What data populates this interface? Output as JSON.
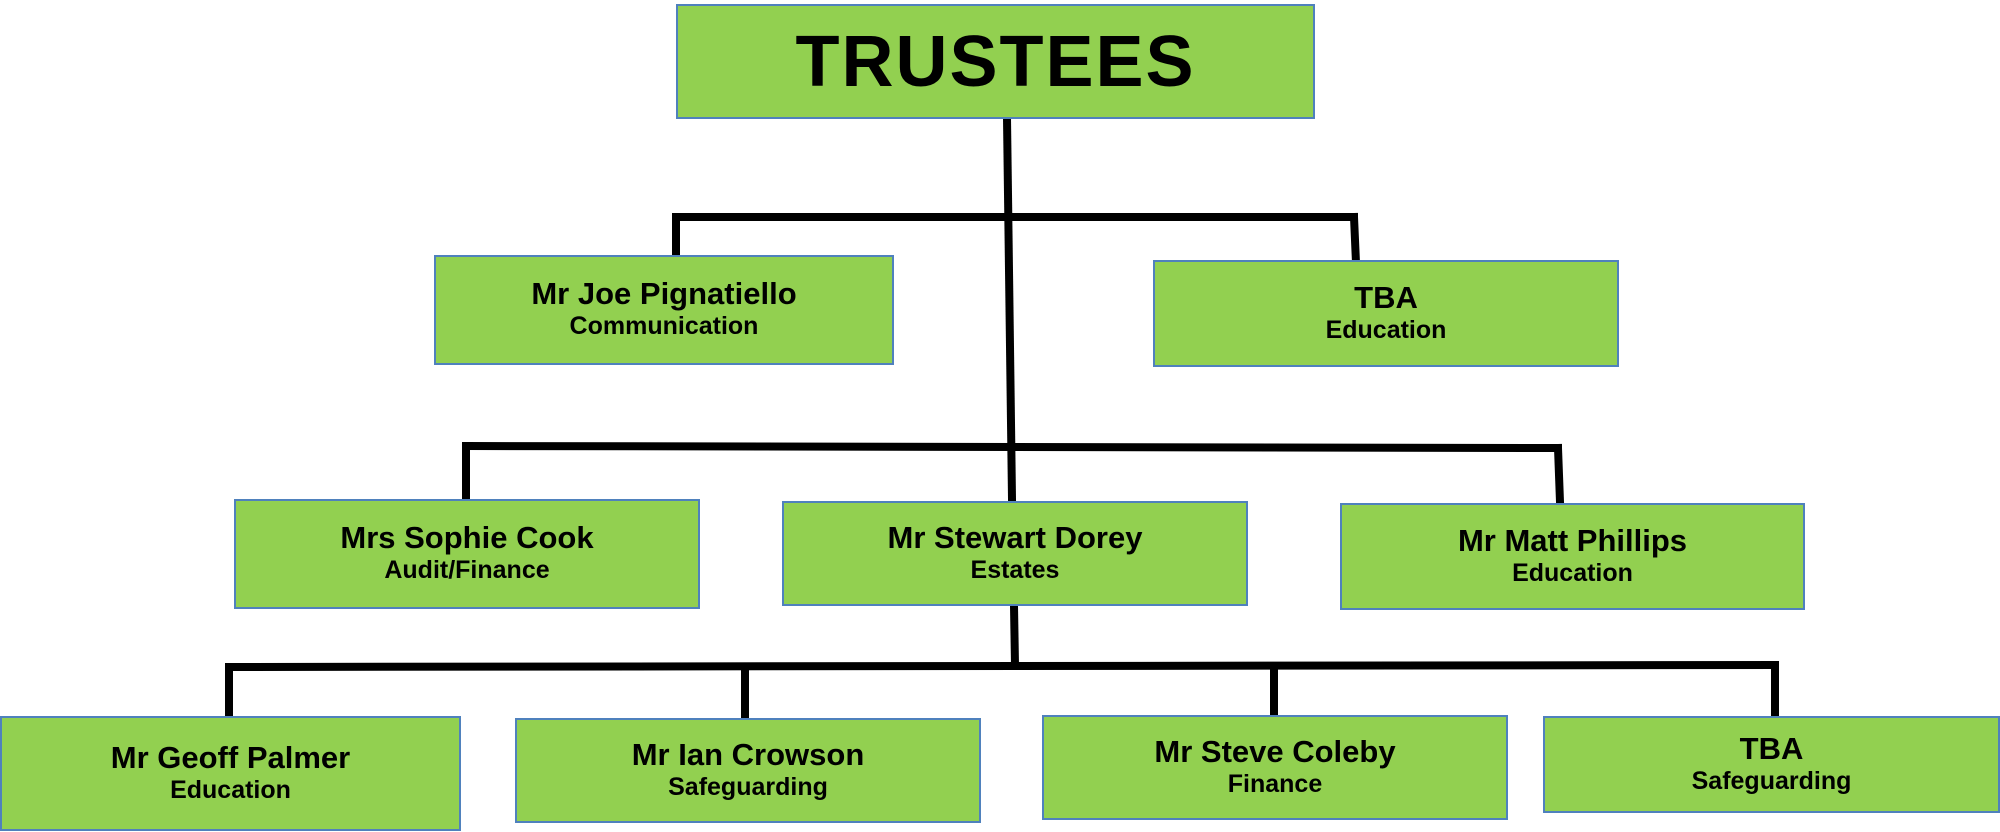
{
  "chart": {
    "root": {
      "name": "TRUSTEES"
    },
    "level1": [
      {
        "name": "Mr Joe Pignatiello",
        "role": "Communication"
      },
      {
        "name": "TBA",
        "role": "Education"
      }
    ],
    "level2": [
      {
        "name": "Mrs Sophie Cook",
        "role": "Audit/Finance"
      },
      {
        "name": "Mr Stewart Dorey",
        "role": "Estates"
      },
      {
        "name": "Mr Matt Phillips",
        "role": "Education"
      }
    ],
    "level3": [
      {
        "name": "Mr Geoff Palmer",
        "role": "Education"
      },
      {
        "name": "Mr Ian Crowson",
        "role": "Safeguarding"
      },
      {
        "name": "Mr Steve Coleby",
        "role": "Finance"
      },
      {
        "name": "TBA",
        "role": "Safeguarding"
      }
    ]
  },
  "colors": {
    "box_fill": "#92d050",
    "box_border": "#4f81bd",
    "connector": "#000000",
    "text": "#000000"
  }
}
